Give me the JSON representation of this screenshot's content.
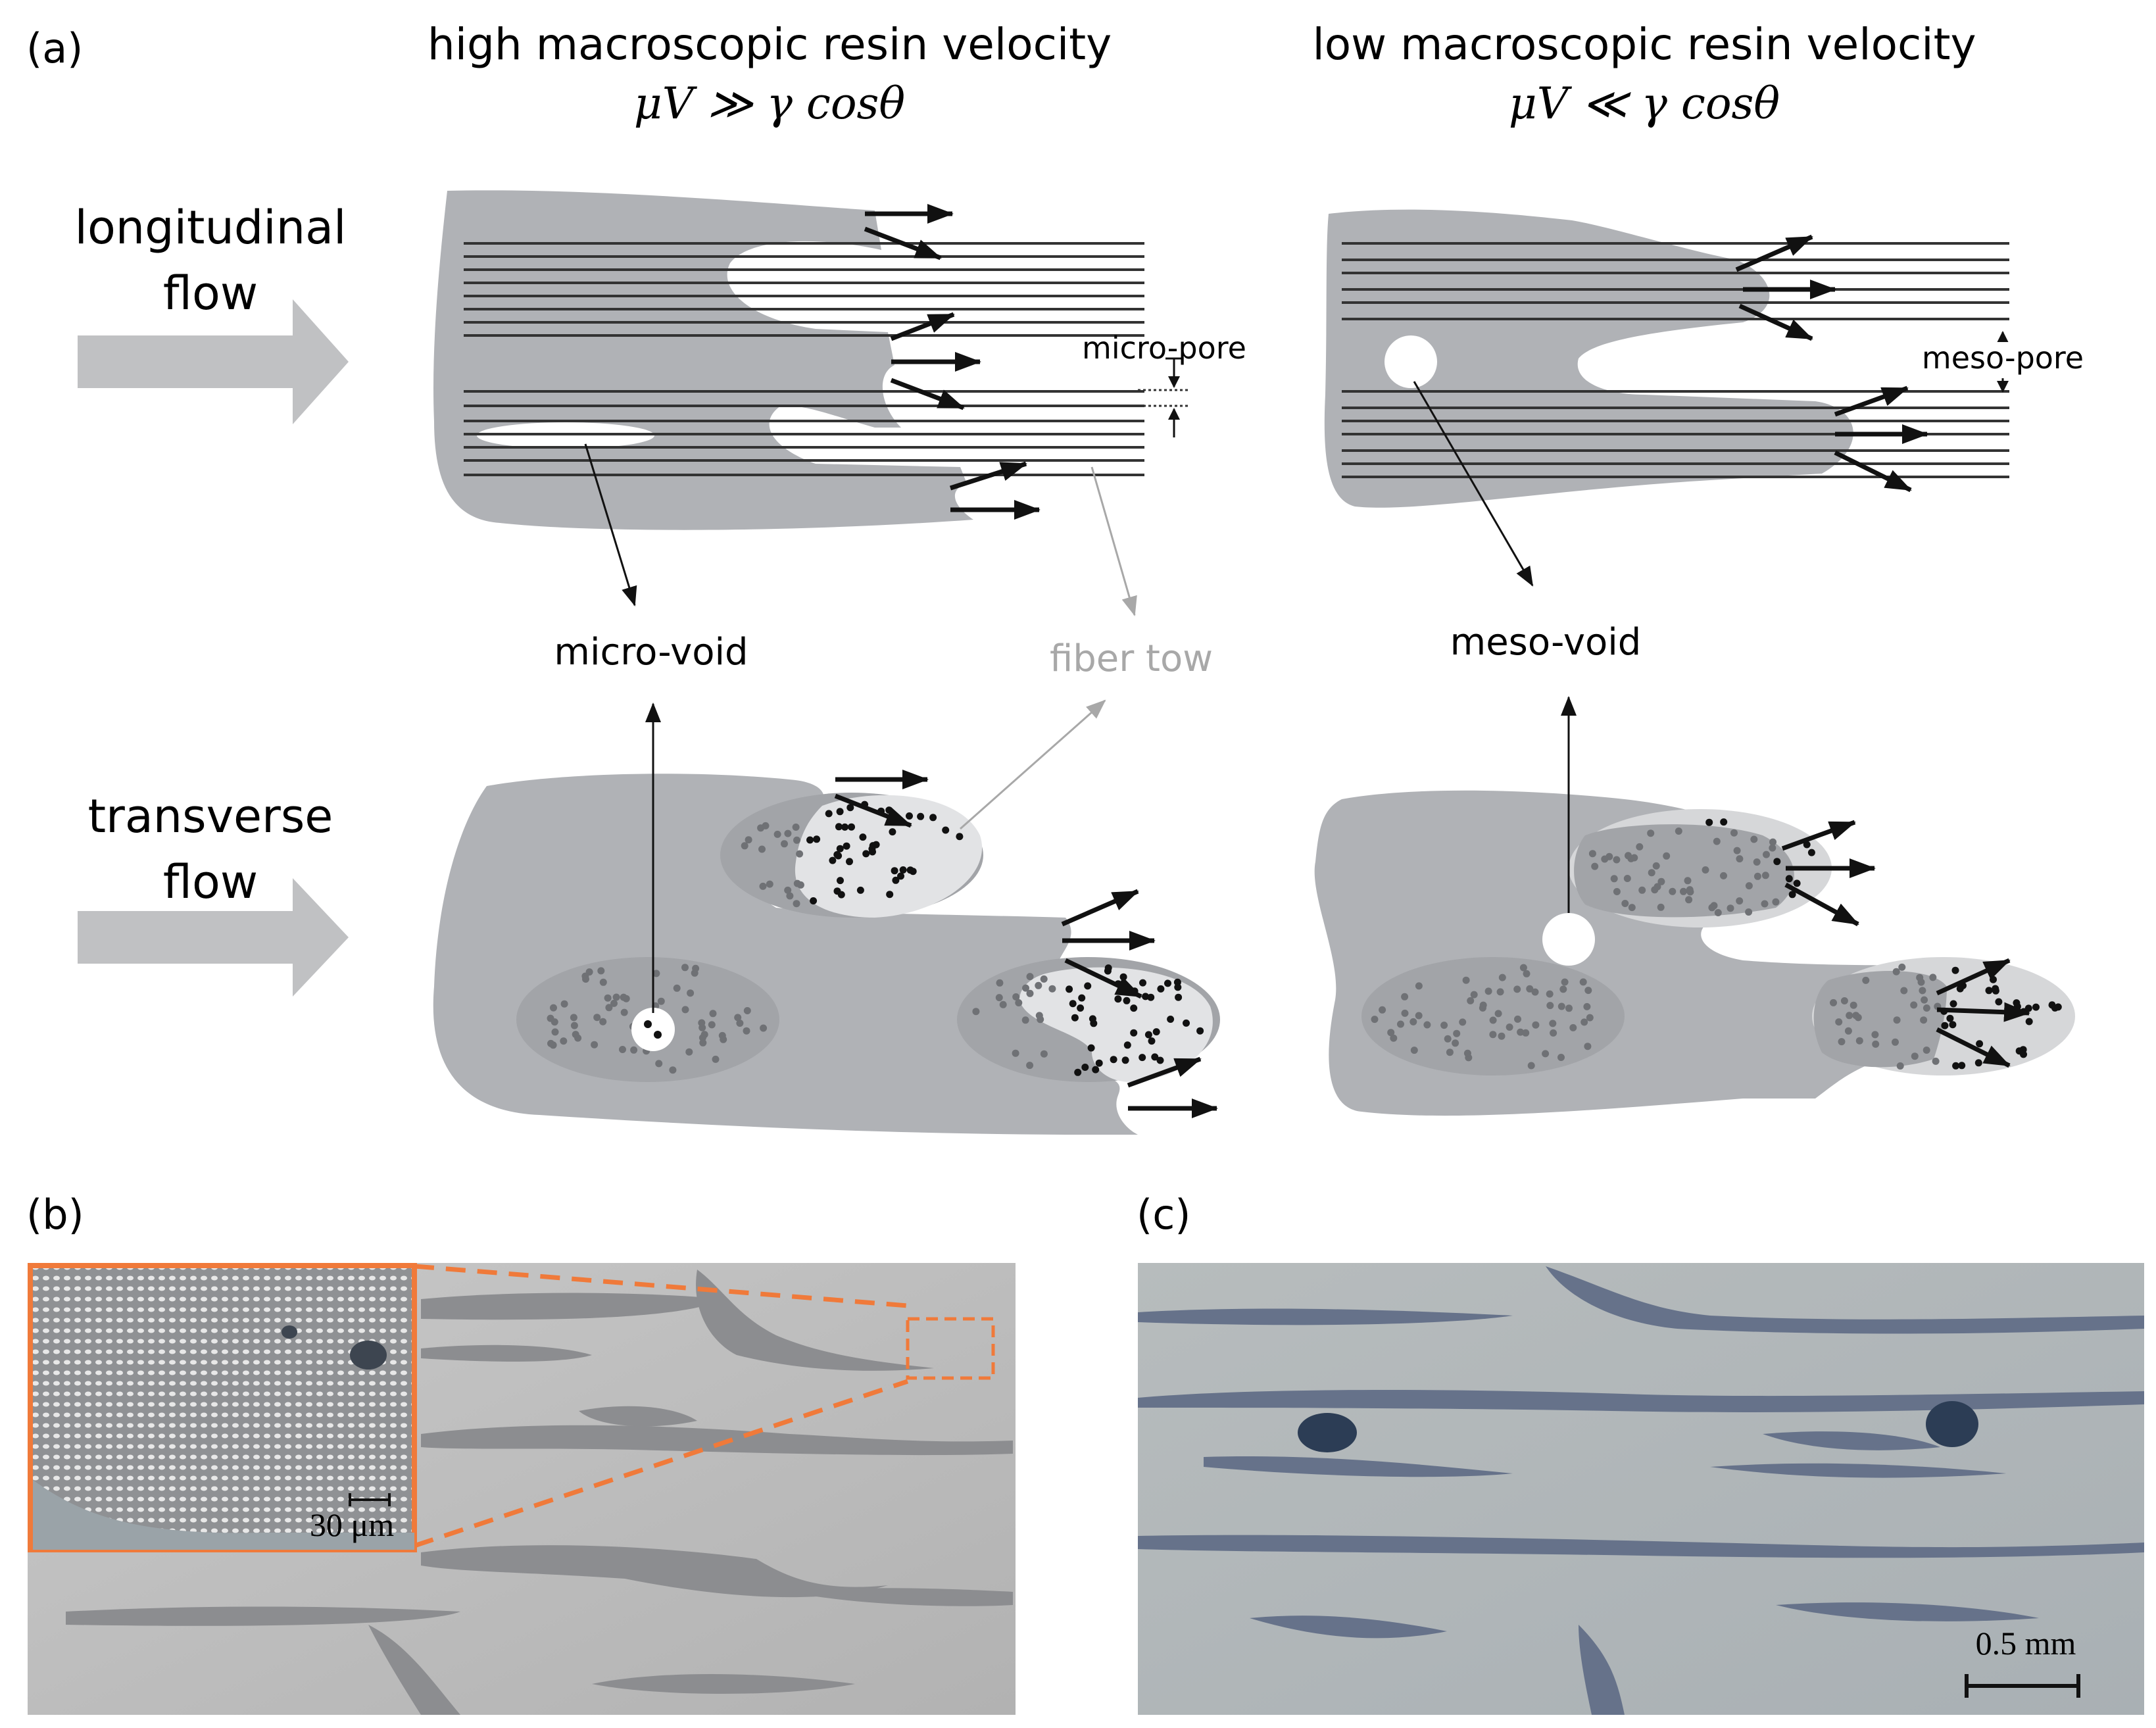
{
  "panel_labels": {
    "a": "(a)",
    "b": "(b)",
    "c": "(c)"
  },
  "headings": {
    "high_title": "high macroscopic resin velocity",
    "high_formula": "μV ≫ γ cosθ",
    "low_title": "low macroscopic resin velocity",
    "low_formula": "μV ≪ γ cosθ"
  },
  "rows": {
    "longitudinal_1": "longitudinal",
    "longitudinal_2": "flow",
    "transverse_1": "transverse",
    "transverse_2": "flow"
  },
  "annotations": {
    "micro_pore": "micro-pore",
    "meso_pore": "meso-pore",
    "micro_void": "micro-void",
    "meso_void": "meso-void",
    "fiber_tow": "fiber tow"
  },
  "scale_bars": {
    "inset": "30 μm",
    "c": "0.5 mm"
  },
  "colors": {
    "resin": "#b0b2b6",
    "tow_dry": "#e2e3e5",
    "tow_wet": "#a2a4a8",
    "arrow_body": "#c0c1c3",
    "inset_border": "#f07a3a",
    "fiber_tow_label": "#a8a8a8"
  }
}
